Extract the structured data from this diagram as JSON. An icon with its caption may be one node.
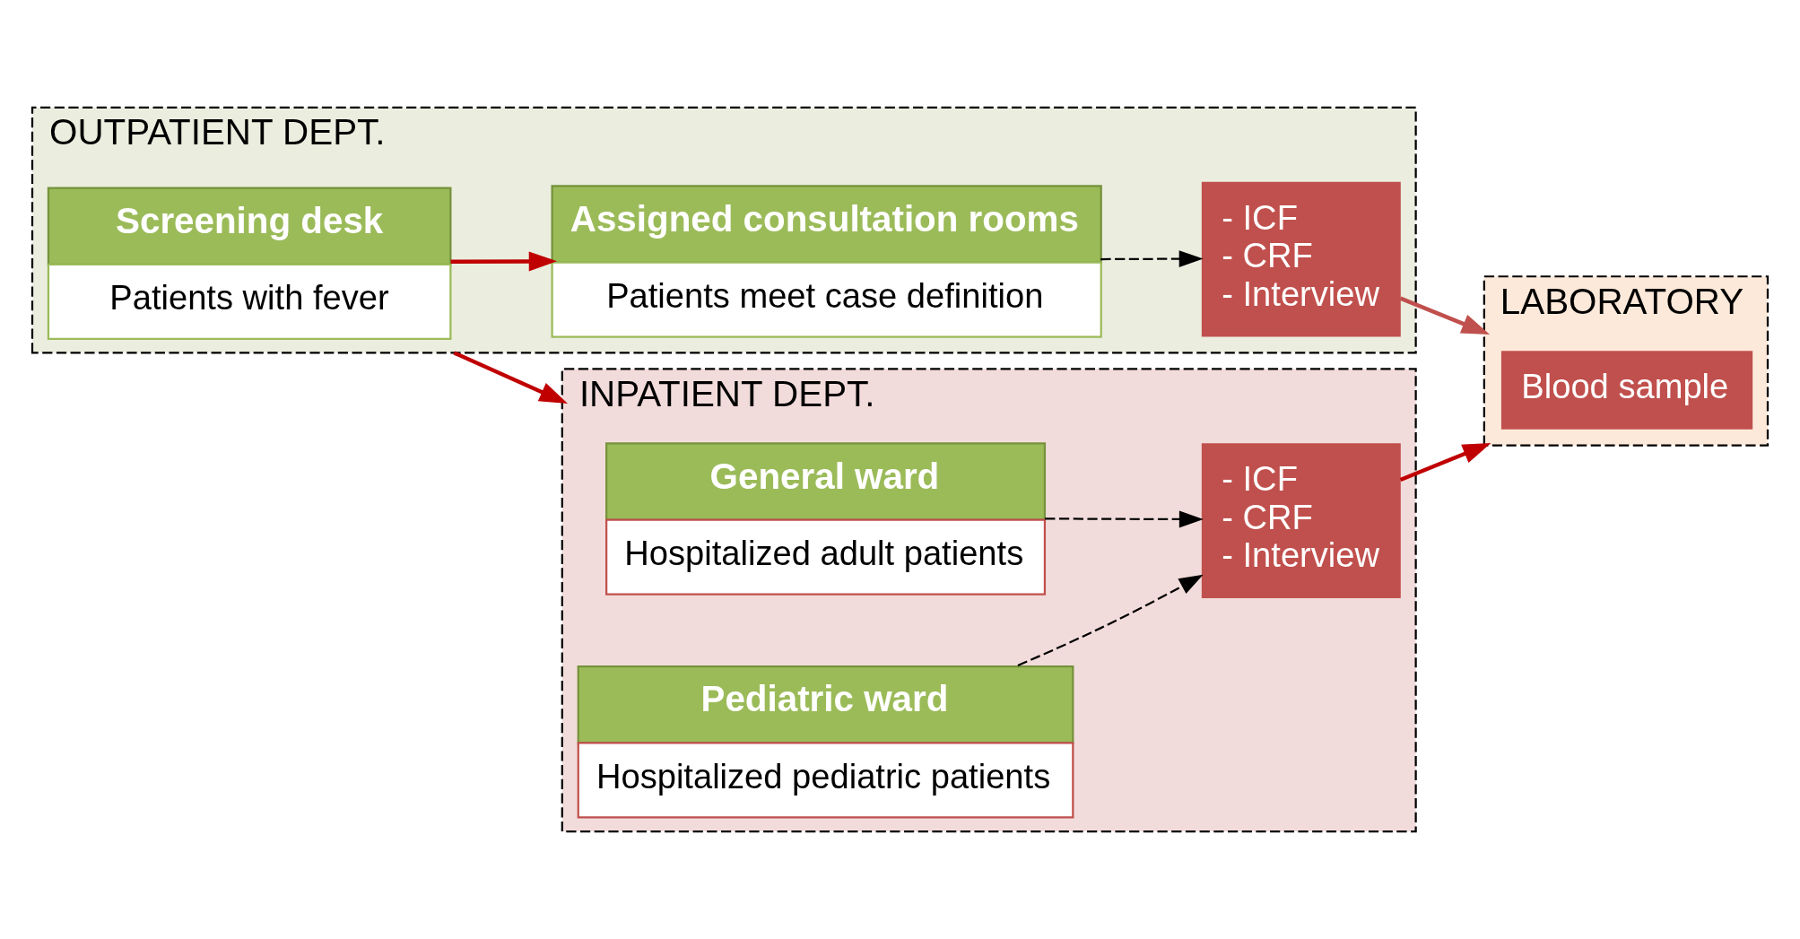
{
  "diagram": {
    "nodes": [
      {
        "text": [
          "OUTPATIENT DEPT."
        ]
      },
      {
        "text": [
          "Screening desk",
          "Patients with fever"
        ],
        "in": 0
      },
      {
        "text": [
          "Assigned consultation rooms",
          "Patients meet case definition"
        ],
        "in": 0
      },
      {
        "text": [
          "- ICF",
          "- CRF",
          "- Interview"
        ],
        "in": 0
      },
      {
        "text": [
          "INPATIENT DEPT."
        ]
      },
      {
        "text": [
          "General ward",
          "Hospitalized adult patients"
        ],
        "in": 4
      },
      {
        "text": [
          "Pediatric ward",
          "Hospitalized pediatric patients"
        ],
        "in": 4
      },
      {
        "text": [
          "- ICF",
          "- CRF",
          "- Interview"
        ],
        "in": 4
      },
      {
        "text": [
          "LABORATORY"
        ]
      },
      {
        "text": [
          "Blood sample"
        ],
        "in": 8
      }
    ],
    "edges": [
      {
        "from": 1,
        "to": 2,
        "arrow": "to"
      },
      {
        "from": 2,
        "to": 3,
        "arrow": "to",
        "style": "dashed",
        "color": "#000000"
      },
      {
        "from": 0,
        "to": 4,
        "arrow": "to"
      },
      {
        "from": 5,
        "to": 7,
        "arrow": "to",
        "style": "dashed",
        "color": "#000000"
      },
      {
        "from": 6,
        "to": 7,
        "arrow": "to",
        "style": "dashed",
        "color": "#000000"
      },
      {
        "from": 7,
        "to": 8,
        "arrow": "to"
      },
      {
        "from": 3,
        "to": 8,
        "arrow": "to",
        "color": "#c0504d"
      }
    ]
  }
}
